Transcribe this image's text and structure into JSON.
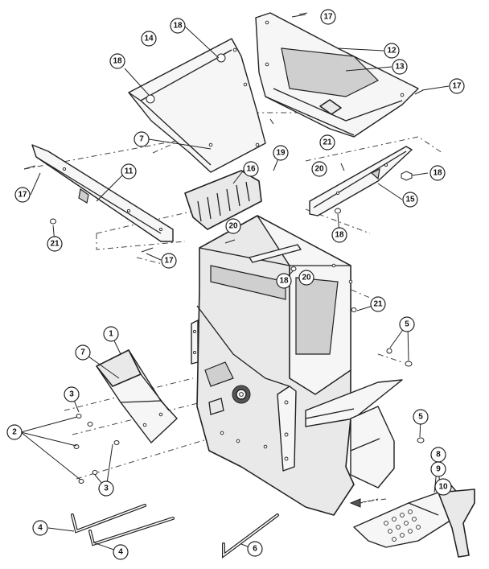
{
  "callouts": [
    "17",
    "18",
    "14",
    "12",
    "13",
    "17",
    "18",
    "7",
    "21",
    "19",
    "16",
    "11",
    "20",
    "18",
    "17",
    "15",
    "21",
    "18",
    "17",
    "20",
    "18",
    "20",
    "21",
    "1",
    "7",
    "5",
    "3",
    "2",
    "5",
    "3",
    "8",
    "9",
    "10",
    "4",
    "4",
    "6"
  ]
}
